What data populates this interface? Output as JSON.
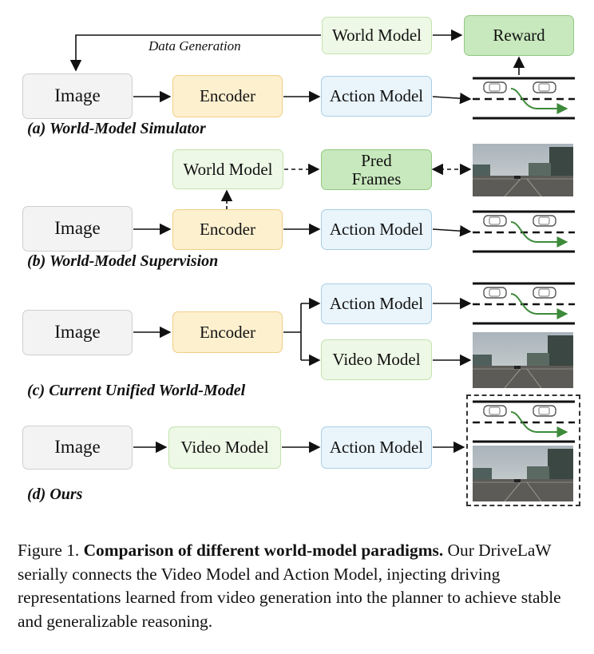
{
  "panels": {
    "a": {
      "image": "Image",
      "encoder": "Encoder",
      "action_model": "Action Model",
      "world_model": "World Model",
      "reward": "Reward",
      "data_generation": "Data Generation",
      "label": "(a) World-Model Simulator"
    },
    "b": {
      "image": "Image",
      "encoder": "Encoder",
      "action_model": "Action Model",
      "world_model": "World Model",
      "pred_frames_line1": "Pred",
      "pred_frames_line2": "Frames",
      "label": "(b) World-Model Supervision"
    },
    "c": {
      "image": "Image",
      "encoder": "Encoder",
      "action_model": "Action Model",
      "video_model": "Video Model",
      "label": "(c) Current Unified World-Model"
    },
    "d": {
      "image": "Image",
      "video_model": "Video Model",
      "action_model": "Action Model",
      "label": "(d) Ours"
    }
  },
  "caption": {
    "prefix": "Figure 1.",
    "bold": "Comparison of different world-model paradigms.",
    "rest": "Our DriveLaW serially connects the Video Model and Action Model, injecting driving representations learned from video generation into the planner to achieve stable and generalizable reasoning."
  },
  "icons": [
    "road-trajectory-icon",
    "driving-scene-photo"
  ]
}
